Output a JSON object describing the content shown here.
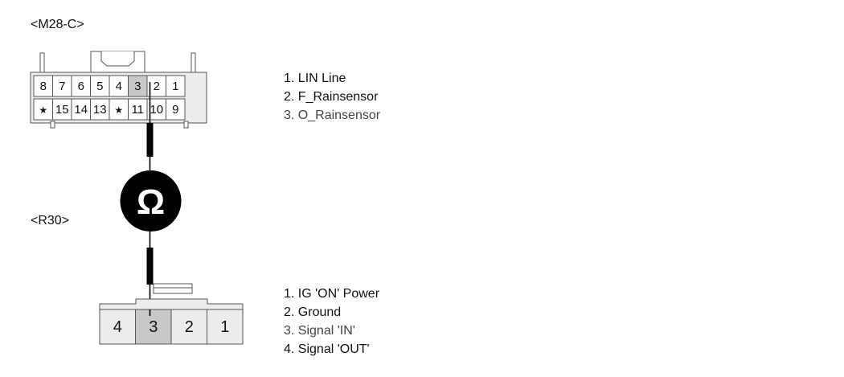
{
  "connector_top": {
    "name": "<M28-C>",
    "row1": [
      "8",
      "7",
      "6",
      "5",
      "4",
      "3",
      "2",
      "1"
    ],
    "row2": [
      "★",
      "15",
      "14",
      "13",
      "★",
      "11",
      "10",
      "9"
    ],
    "pins": [
      "1. LIN Line",
      "2. F_Rainsensor",
      "3. O_Rainsensor"
    ]
  },
  "meter": {
    "symbol": "Ω"
  },
  "connector_bottom": {
    "name": "<R30>",
    "cells": [
      "4",
      "3",
      "2",
      "1"
    ],
    "pins": [
      "1. IG 'ON' Power",
      "2. Ground",
      "3. Signal 'IN'",
      "4. Signal 'OUT'"
    ]
  },
  "colors": {
    "highlight_cell": "#c8c8c8",
    "meter_fill": "#000000",
    "wire": "#000000"
  }
}
